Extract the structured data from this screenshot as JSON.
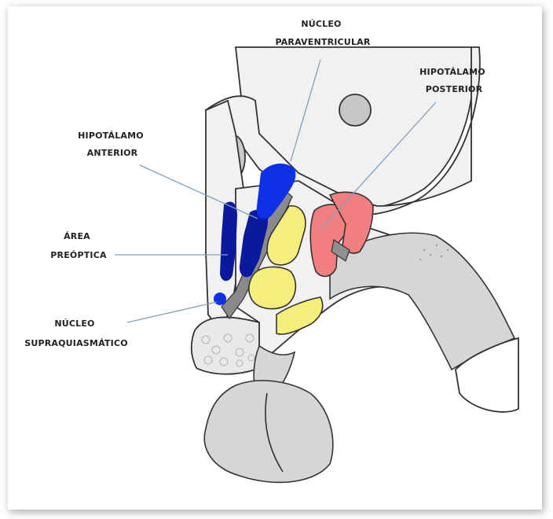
{
  "labels": {
    "nucleo_paraventricular": [
      "NÚCLEO",
      "PARAVENTRICULAR"
    ],
    "hipotalamo_posterior": [
      "HIPOTÁLAMO",
      "POSTERIOR"
    ],
    "hipotalamo_anterior": [
      "HIPOTÁLAMO",
      "ANTERIOR"
    ],
    "area_preoptica": [
      "ÁREA",
      "PREÓPTICA"
    ],
    "nucleo_supraquiasmatico": [
      "NÚCLEO",
      "SUPRAQUIASMÁTICO"
    ]
  },
  "colors": {
    "anterior_blue": "#0a1a9e",
    "paraventricular_blue": "#1030e8",
    "supraoptic_yellow": "#f6ee7a",
    "posterior_salmon": "#f27f7f",
    "leader_line": "#7f9fbf",
    "outline": "#333333"
  }
}
